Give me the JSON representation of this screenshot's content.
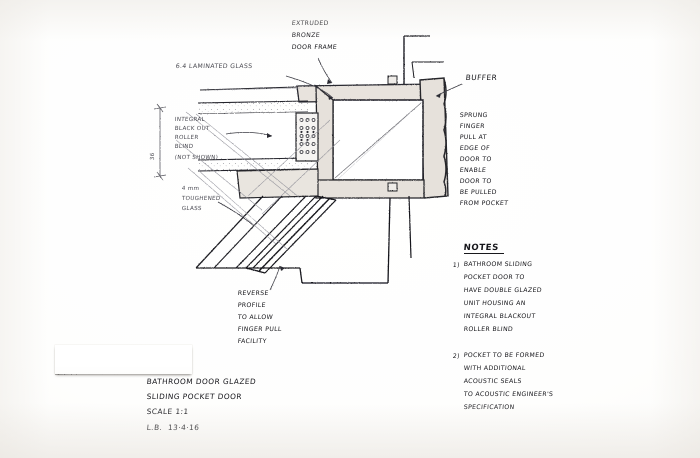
{
  "document": {
    "medium": "hand-drawn architectural detail sketch on white paper",
    "title_block": {
      "line1": "BATHROOM DOOR GLAZED",
      "line2": "SLIDING POCKET DOOR",
      "line3": "SCALE 1:1",
      "line4": "L.B.  13·4·16"
    }
  },
  "annotations": {
    "laminated_glass": "6.4 LAMINATED GLASS",
    "door_frame": [
      "EXTRUDED",
      "BRONZE",
      "DOOR FRAME"
    ],
    "buffer": "BUFFER",
    "blackout_blind": [
      "INTEGRAL",
      "BLACK OUT",
      "ROLLER",
      "BLIND",
      "(NOT SHOWN)"
    ],
    "toughened_glass": [
      "4 mm",
      "TOUGHENED",
      "GLASS"
    ],
    "finger_pull": [
      "SPRUNG",
      "FINGER",
      "PULL AT",
      "EDGE OF",
      "DOOR TO",
      "ENABLE",
      "DOOR TO",
      "BE PULLED",
      "FROM POCKET"
    ],
    "reverse_profile": [
      "REVERSE",
      "PROFILE",
      "TO ALLOW",
      "FINGER PULL",
      "FACILITY"
    ],
    "dimension_vertical": "36"
  },
  "notes": {
    "heading": "NOTES",
    "items": [
      {
        "marker": "1)",
        "lines": [
          "BATHROOM SLIDING",
          "POCKET DOOR TO",
          "HAVE DOUBLE GLAZED",
          "UNIT HOUSING AN",
          "INTEGRAL BLACKOUT",
          "ROLLER BLIND"
        ]
      },
      {
        "marker": "2)",
        "lines": [
          "POCKET TO BE FORMED",
          "WITH ADDITIONAL",
          "ACOUSTIC SEALS",
          "TO ACOUSTIC ENGINEER'S",
          "SPECIFICATION"
        ]
      }
    ]
  },
  "colors": {
    "paper": "#fefefd",
    "ink_pen": "#15151a",
    "ink_pencil": "#4a4a52",
    "frame_fill": "#e6e1db",
    "glass_fill": "#f2f0ee"
  }
}
